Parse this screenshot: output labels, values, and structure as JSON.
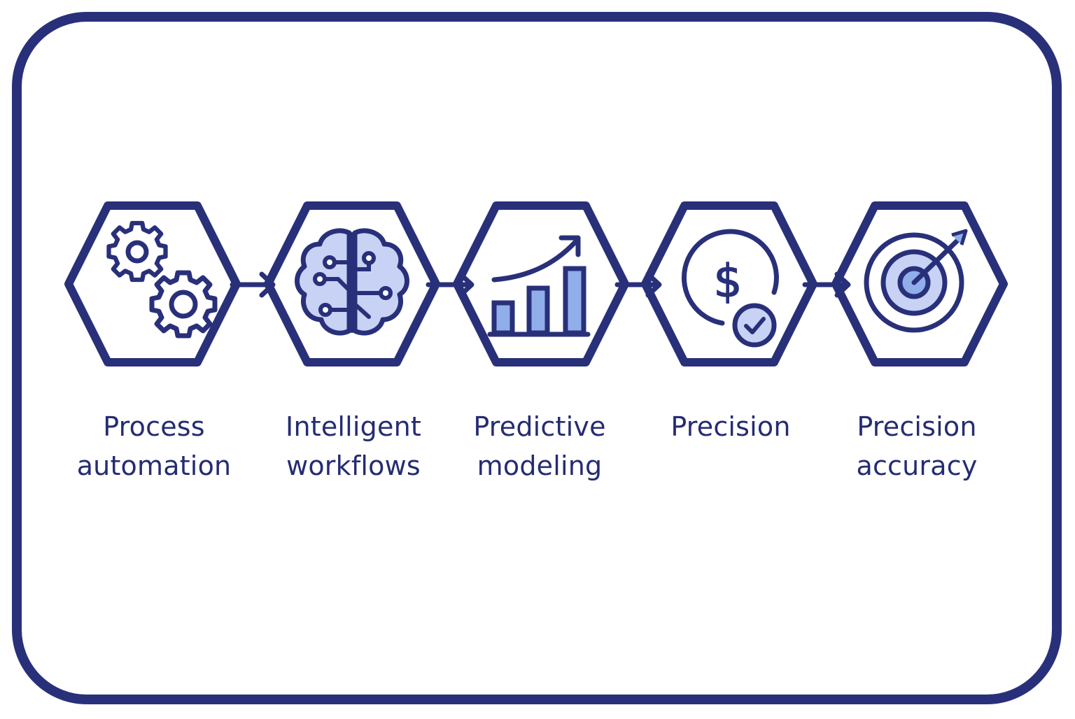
{
  "colors": {
    "stroke": "#29307a",
    "fill_light": "#c7d2f5",
    "fill_mid": "#8faeea",
    "background": "#ffffff"
  },
  "steps": [
    {
      "icon": "gears-icon",
      "label_line1": "Process",
      "label_line2": "automation"
    },
    {
      "icon": "brain-circuit-icon",
      "label_line1": "Intelligent",
      "label_line2": "workflows"
    },
    {
      "icon": "bar-chart-trend-icon",
      "label_line1": "Predictive",
      "label_line2": "modeling"
    },
    {
      "icon": "dollar-check-icon",
      "label_line1": "Precision",
      "label_line2": ""
    },
    {
      "icon": "target-arrow-icon",
      "label_line1": "Precision",
      "label_line2": "accuracy"
    }
  ]
}
